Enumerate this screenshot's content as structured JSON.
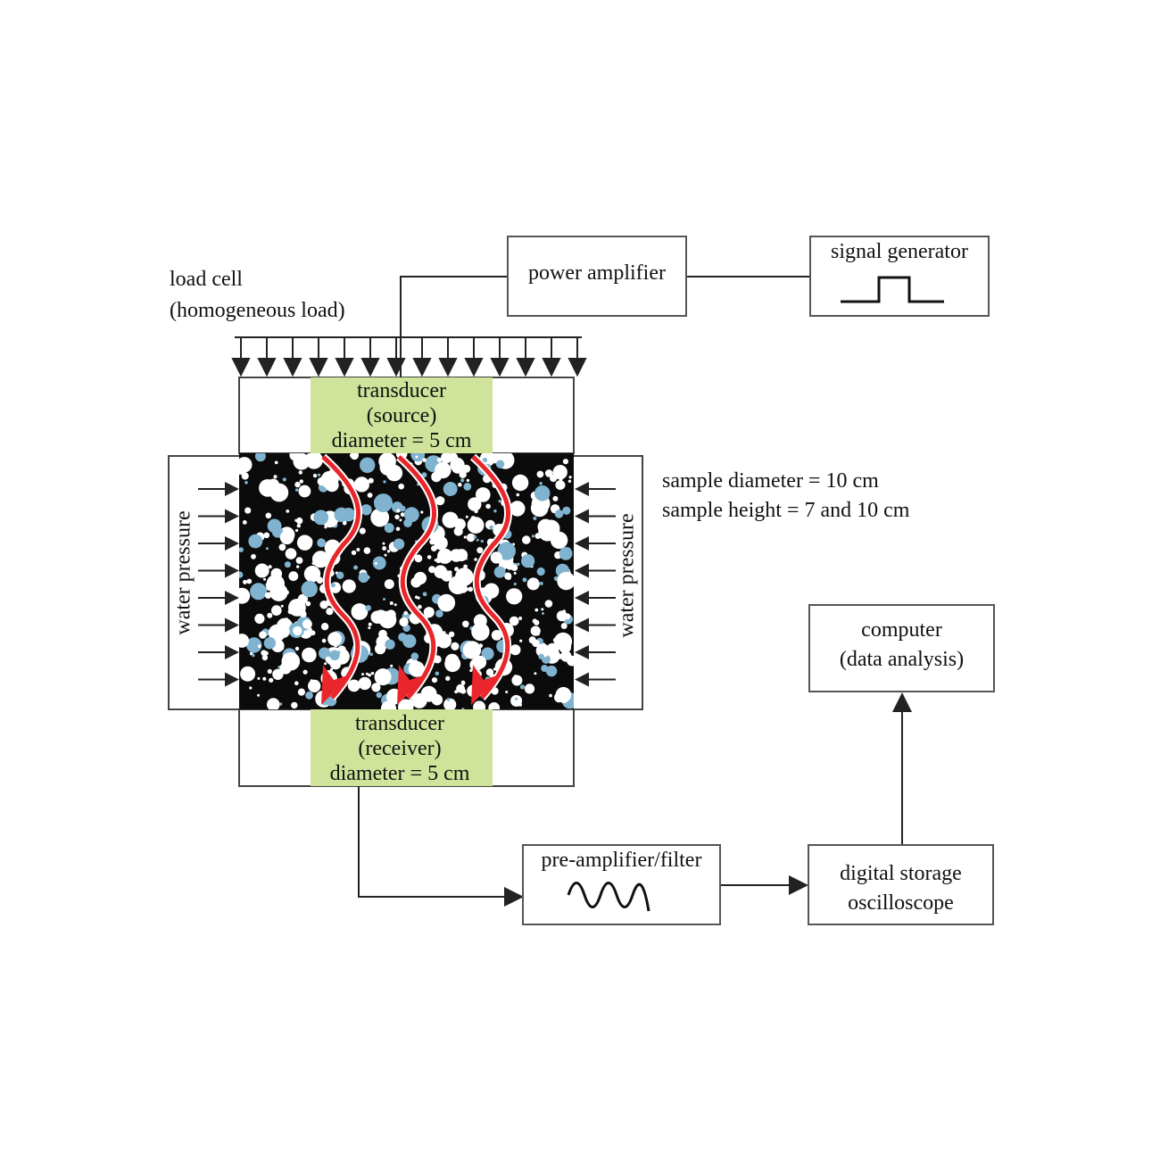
{
  "load_cell": {
    "line1": "load cell",
    "line2": "(homogeneous load)"
  },
  "power_amplifier": {
    "label": "power amplifier"
  },
  "signal_generator": {
    "label": "signal generator",
    "pulse_icon": "square-pulse-icon"
  },
  "transducer_source": {
    "line1": "transducer",
    "line2": "(source)",
    "line3": "diameter = 5 cm"
  },
  "transducer_receiver": {
    "line1": "transducer",
    "line2": "(receiver)",
    "line3": "diameter = 5 cm"
  },
  "water_pressure": {
    "left": "water pressure",
    "right": "water pressure"
  },
  "sample_info": {
    "line1": "sample diameter = 10 cm",
    "line2": "sample height = 7 and 10 cm"
  },
  "computer": {
    "line1": "computer",
    "line2": "(data analysis)"
  },
  "pre_amplifier": {
    "label": "pre-amplifier/filter",
    "wave_icon": "sine-wave-icon"
  },
  "oscilloscope": {
    "line1": "digital storage",
    "line2": "oscilloscope"
  },
  "colors": {
    "transducer_fill": "#cfe39a",
    "sample_background": "#0b0b0b",
    "grain_white": "#ffffff",
    "grain_blue": "#7fb3cf",
    "wave_path": "#e8262b",
    "line": "#222222"
  }
}
